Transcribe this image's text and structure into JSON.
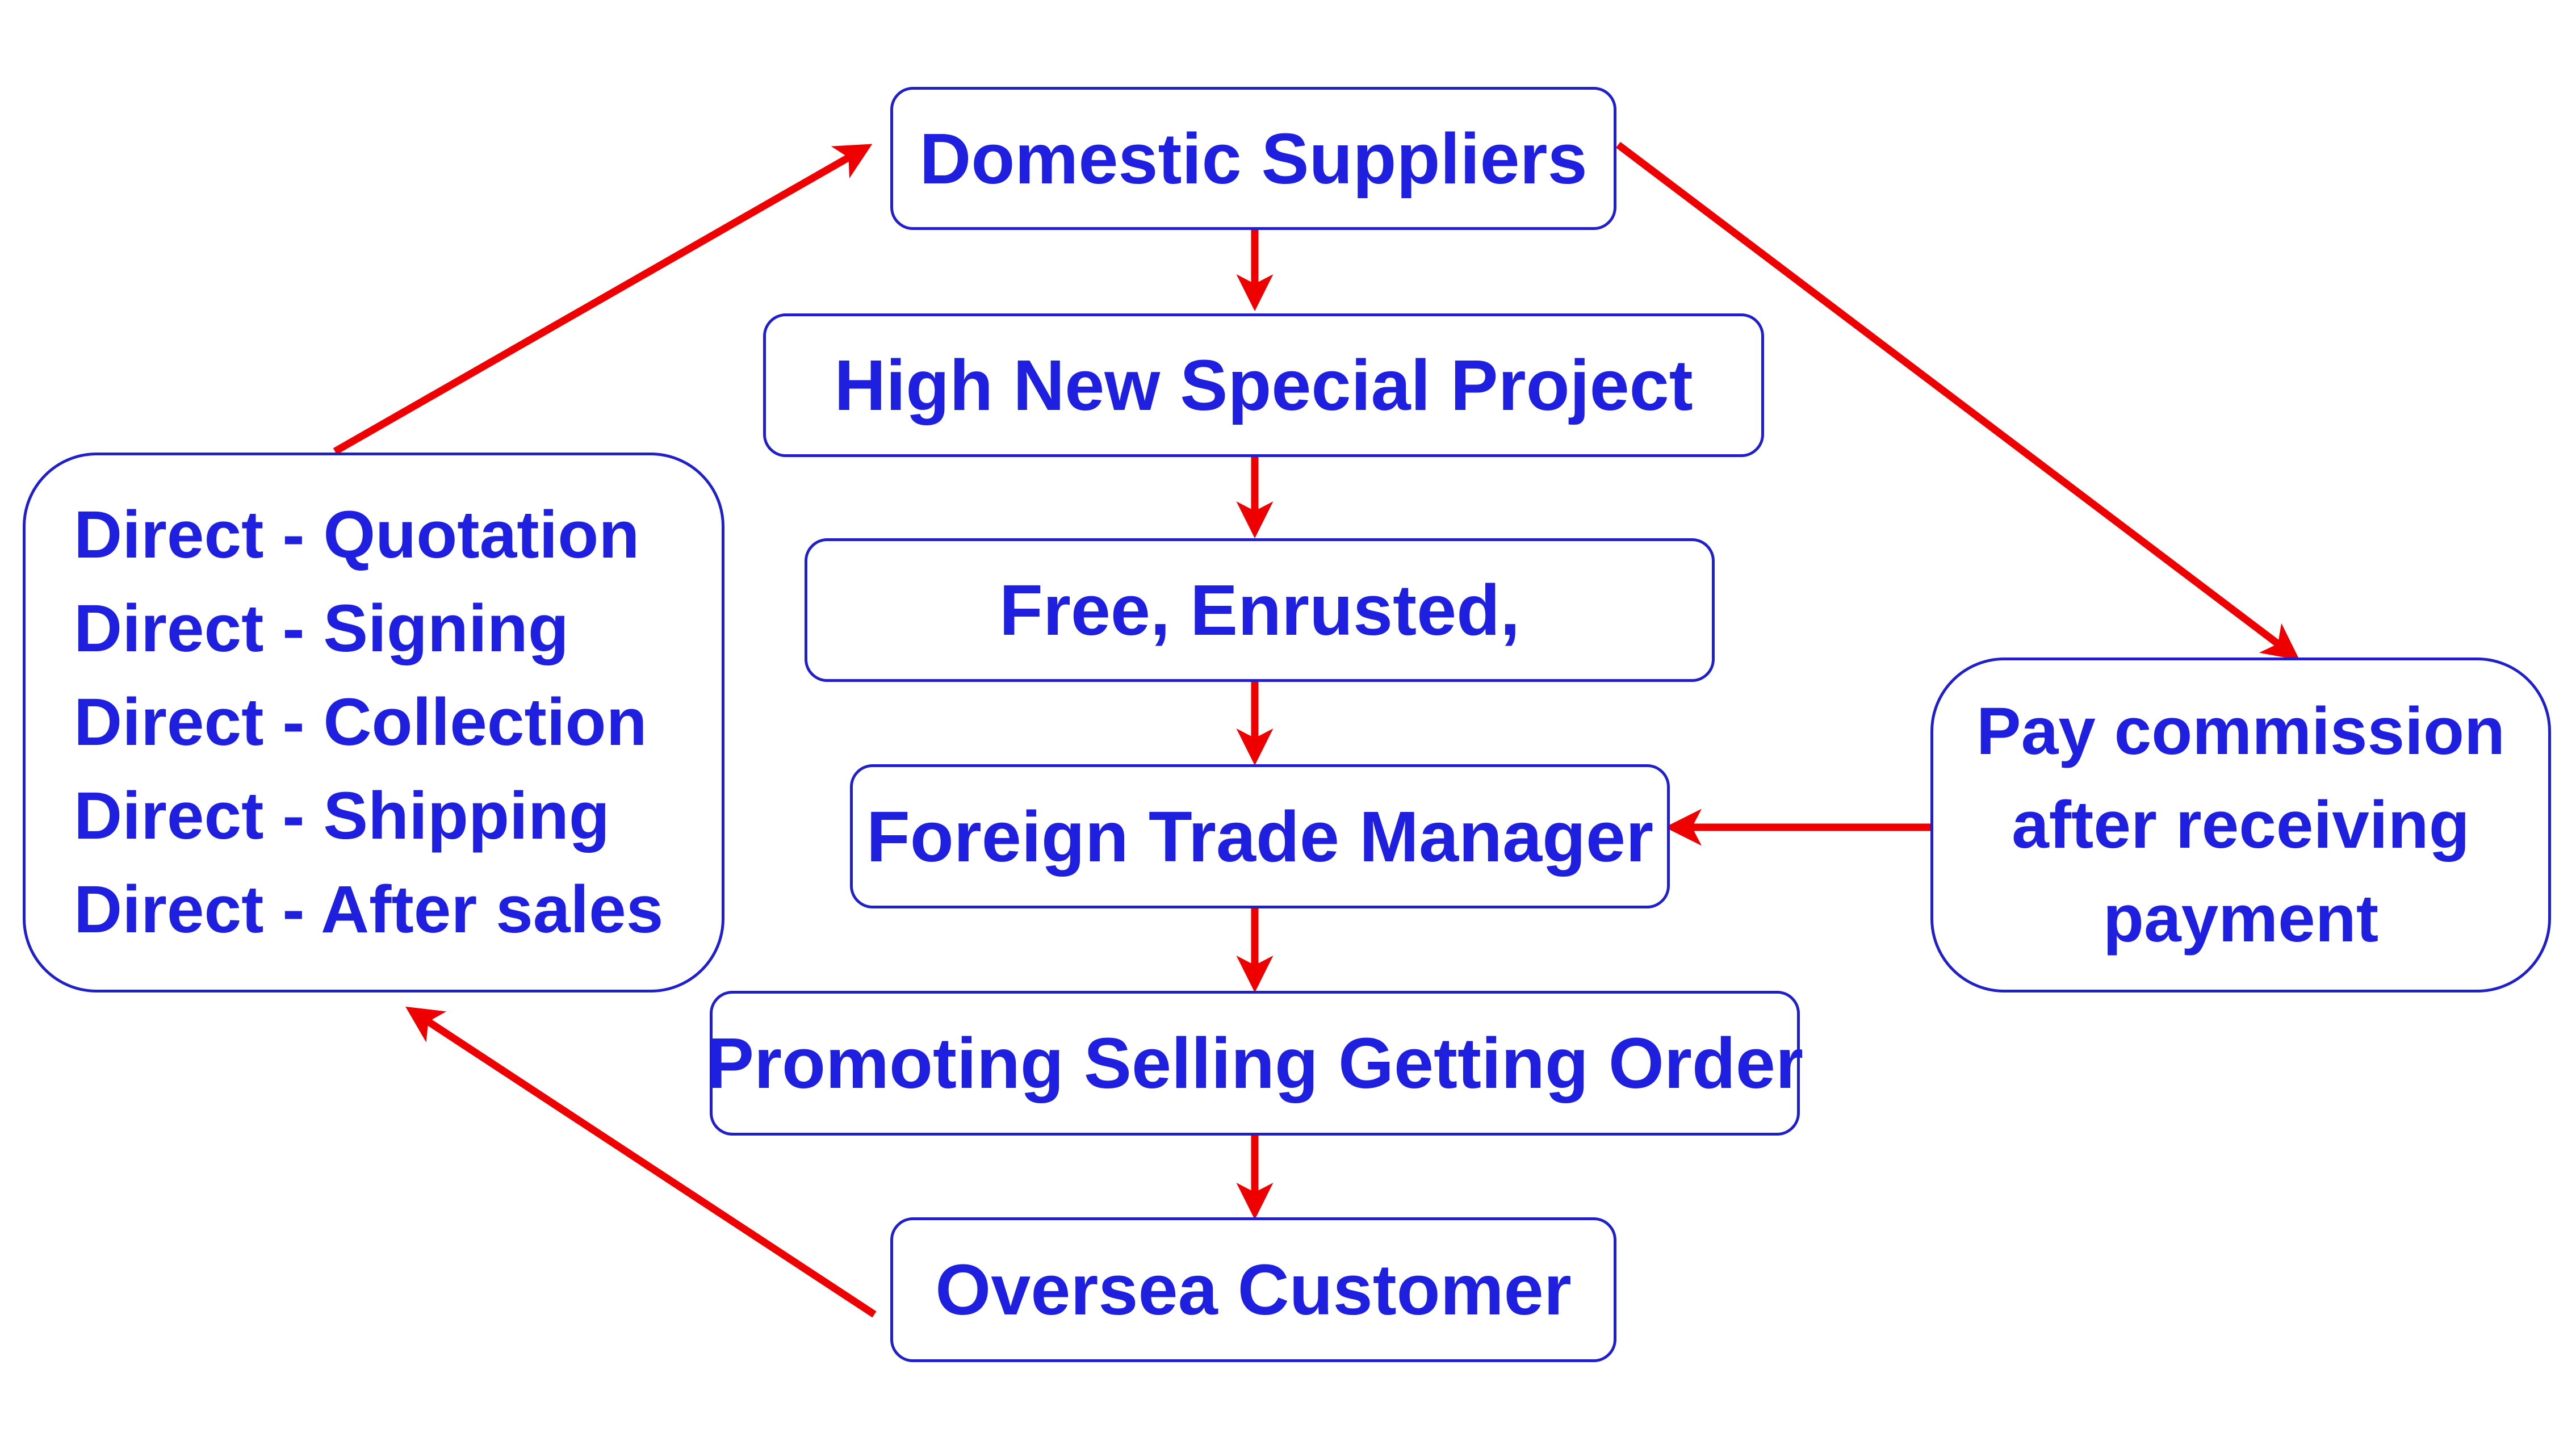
{
  "colors": {
    "box_border": "#1f1fcc",
    "text": "#1f1fe0",
    "arrow": "#ee0000",
    "background": "#ffffff"
  },
  "flow": {
    "steps": [
      "Domestic Suppliers",
      "High New Special Project",
      "Free, Enrusted,",
      "Foreign Trade Manager",
      "Promoting Selling Getting Order",
      "Oversea Customer"
    ]
  },
  "direct_box": {
    "items": [
      "Direct - Quotation",
      "Direct - Signing",
      "Direct - Collection",
      "Direct - Shipping",
      "Direct - After sales"
    ]
  },
  "commission_box": {
    "lines": [
      "Pay commission",
      "after receiving",
      "payment"
    ]
  }
}
